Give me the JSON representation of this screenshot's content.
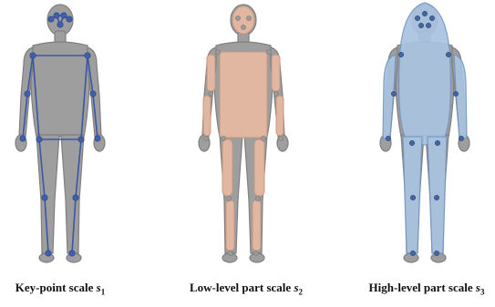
{
  "figure": {
    "panels": [
      {
        "id": "keypoint",
        "caption_text": "Key-point scale ",
        "symbol": "s",
        "subscript": "1"
      },
      {
        "id": "lowlevel",
        "caption_text": "Low-level part scale ",
        "symbol": "s",
        "subscript": "2"
      },
      {
        "id": "highlevel",
        "caption_text": "High-level part scale ",
        "symbol": "s",
        "subscript": "3"
      }
    ],
    "colors": {
      "body_fill": "#9e9e9e",
      "body_outline": "#7f7f7f",
      "keypoint_dot": "#3f5fb0",
      "keypoint_line": "#3a57a6",
      "lowlevel_part_fill": "#e6b9a2",
      "lowlevel_part_stroke": "#c9987e",
      "highlevel_part_fill": "#a9c3e0",
      "highlevel_part_stroke": "#7596bf",
      "highlevel_dot": "#46659e",
      "caption_text": "#111111"
    }
  }
}
